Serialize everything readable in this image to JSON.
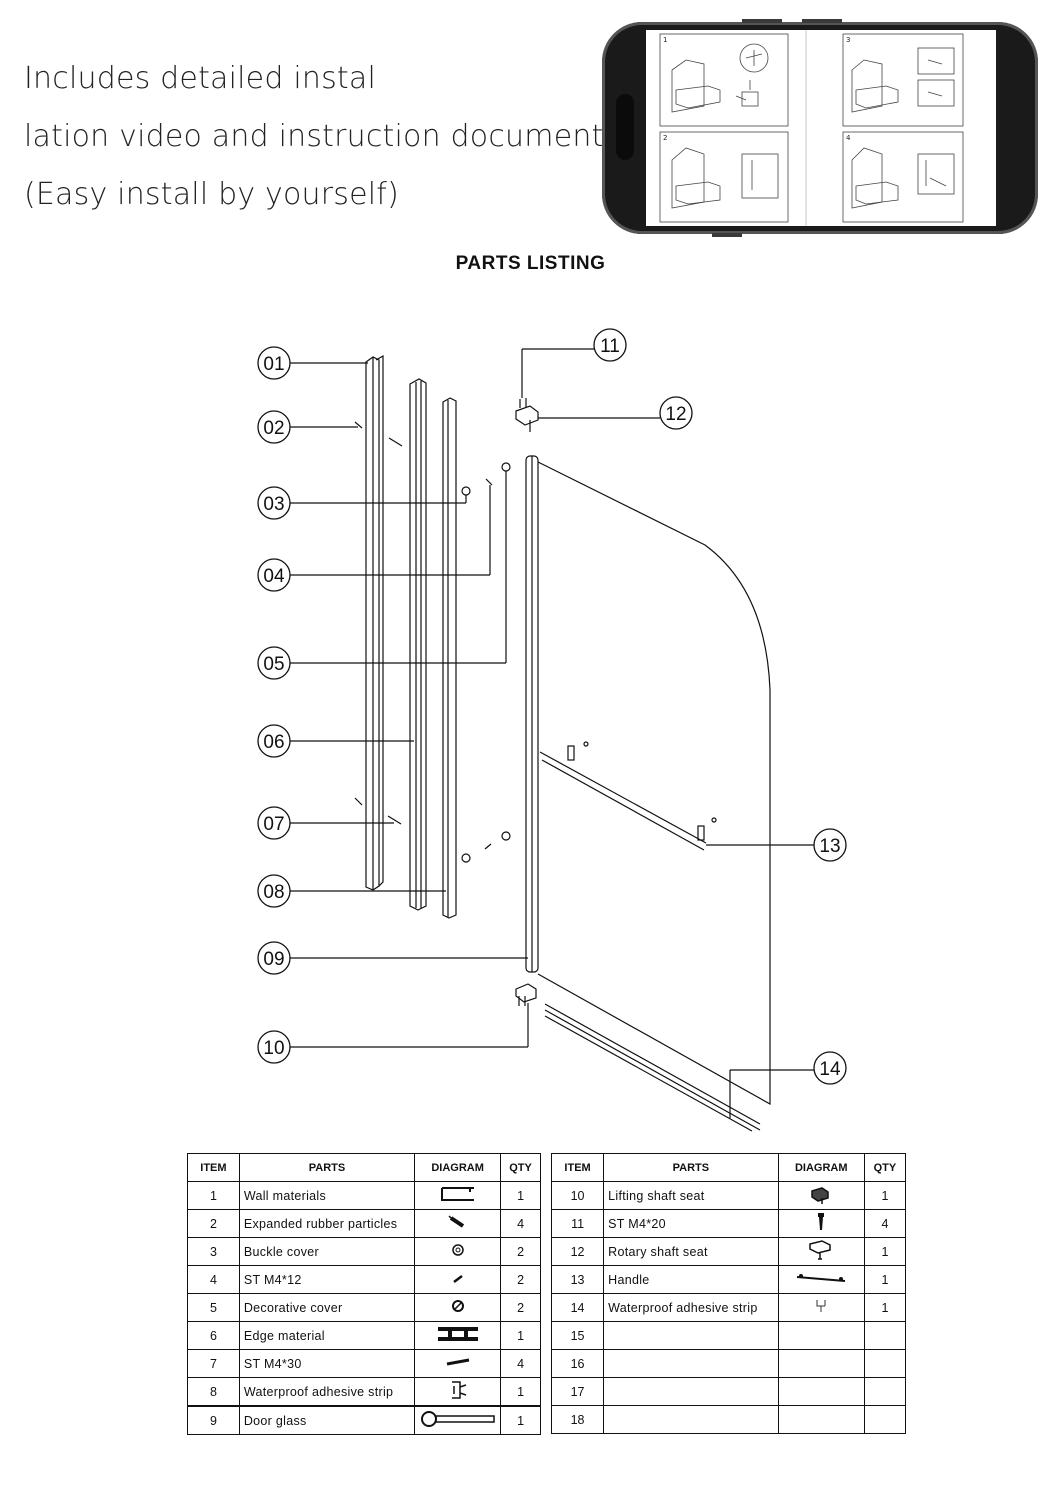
{
  "intro": {
    "line1": "Includes detailed instal",
    "line2": "lation video and instruction document",
    "line3": "(Easy install by yourself)"
  },
  "phone_screen": {
    "steps": [
      "1",
      "2",
      "3",
      "4"
    ]
  },
  "parts_listing_title": "PARTS LISTING",
  "callouts": [
    "01",
    "02",
    "03",
    "04",
    "05",
    "06",
    "07",
    "08",
    "09",
    "10",
    "11",
    "12",
    "13",
    "14"
  ],
  "table_headers": {
    "item": "ITEM",
    "parts": "PARTS",
    "diagram": "DIAGRAM",
    "qty": "QTY"
  },
  "table_left": [
    {
      "item": "1",
      "part": "Wall materials",
      "qty": "1",
      "icon": "channel-icon"
    },
    {
      "item": "2",
      "part": "Expanded rubber particles",
      "qty": "4",
      "icon": "anchor-icon"
    },
    {
      "item": "3",
      "part": "Buckle cover",
      "qty": "2",
      "icon": "ring-icon"
    },
    {
      "item": "4",
      "part": "ST M4*12",
      "qty": "2",
      "icon": "short-screw-icon"
    },
    {
      "item": "5",
      "part": "Decorative cover",
      "qty": "2",
      "icon": "cap-icon"
    },
    {
      "item": "6",
      "part": "Edge material",
      "qty": "1",
      "icon": "profile-icon"
    },
    {
      "item": "7",
      "part": "ST M4*30",
      "qty": "4",
      "icon": "long-screw-icon"
    },
    {
      "item": "8",
      "part": "Waterproof adhesive strip",
      "qty": "1",
      "icon": "strip-icon"
    },
    {
      "item": "9",
      "part": "Door glass",
      "qty": "1",
      "icon": "glass-icon"
    }
  ],
  "table_right": [
    {
      "item": "10",
      "part": "Lifting shaft seat",
      "qty": "1",
      "icon": "lifting-seat-icon"
    },
    {
      "item": "11",
      "part": "ST M4*20",
      "qty": "4",
      "icon": "screw-icon"
    },
    {
      "item": "12",
      "part": "Rotary shaft seat",
      "qty": "1",
      "icon": "rotary-seat-icon"
    },
    {
      "item": "13",
      "part": "Handle",
      "qty": "1",
      "icon": "handle-icon"
    },
    {
      "item": "14",
      "part": "Waterproof adhesive strip",
      "qty": "1",
      "icon": "bottom-strip-icon"
    },
    {
      "item": "15",
      "part": "",
      "qty": "",
      "icon": ""
    },
    {
      "item": "16",
      "part": "",
      "qty": "",
      "icon": ""
    },
    {
      "item": "17",
      "part": "",
      "qty": "",
      "icon": ""
    },
    {
      "item": "18",
      "part": "",
      "qty": "",
      "icon": ""
    }
  ]
}
